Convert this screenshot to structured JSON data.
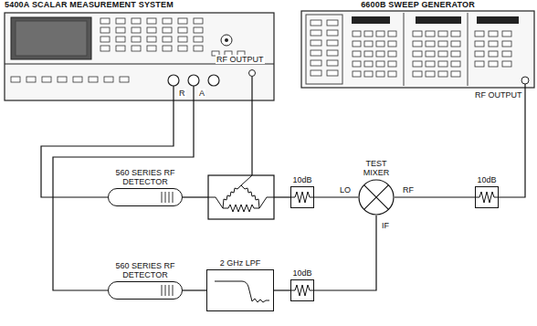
{
  "diagram": {
    "nodes": [
      {
        "text": [
          "5400A SCALAR MEASUREMENT SYSTEM"
        ]
      },
      {
        "text": [
          "6600B SWEEP GENERATOR"
        ]
      },
      {
        "text": [
          "560 SERIES RF DETECTOR"
        ]
      },
      {
        "text": [
          "10dB"
        ]
      },
      {
        "text": [
          "TEST MIXER"
        ]
      },
      {
        "text": [
          "10dB"
        ]
      },
      {
        "text": [
          "560 SERIES RF DETECTOR"
        ]
      },
      {
        "text": [
          "2 GHz LPF"
        ]
      },
      {
        "text": [
          "10dB"
        ]
      }
    ],
    "edges": [
      {
        "from": 2,
        "to": 0,
        "arrow": "none"
      },
      {
        "from": 3,
        "to": 4,
        "arrow": "none"
      },
      {
        "from": 4,
        "to": 5,
        "arrow": "none"
      },
      {
        "from": 1,
        "to": 5,
        "arrow": "none"
      },
      {
        "from": 4,
        "to": 8,
        "arrow": "none"
      },
      {
        "from": 8,
        "to": 7,
        "arrow": "none"
      },
      {
        "from": 7,
        "to": 6,
        "arrow": "none"
      },
      {
        "from": 6,
        "to": 0,
        "arrow": "none"
      }
    ],
    "labels": [
      "RF OUTPUT",
      "R",
      "A",
      "RF OUTPUT",
      "LO",
      "RF",
      "IF"
    ]
  }
}
